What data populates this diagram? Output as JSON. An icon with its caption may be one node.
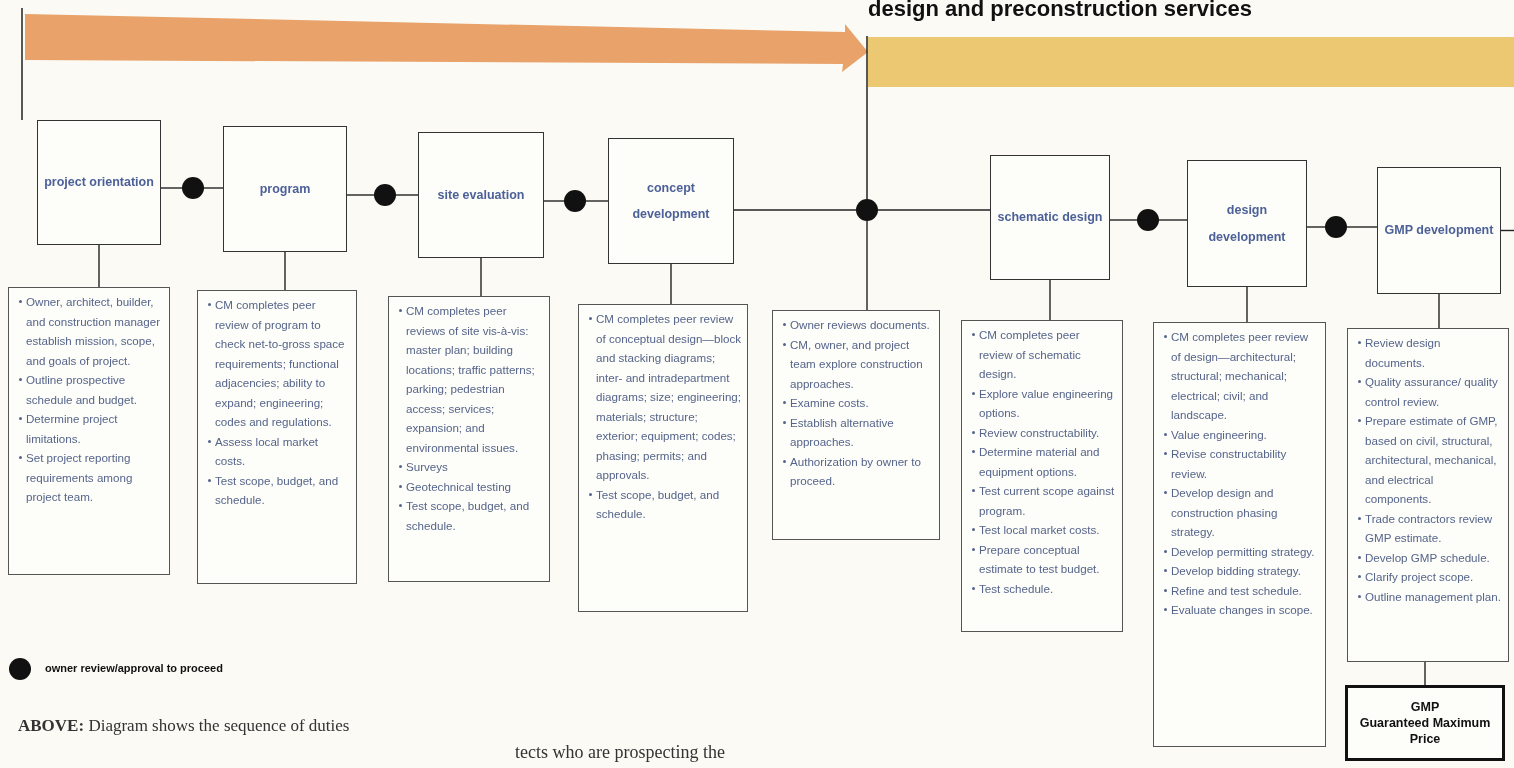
{
  "diagram": {
    "caption": "**ABOVE:** Diagram shows the sequence of duties",
    "nodes": [
      {
        "text": [
          "project orientation"
        ]
      },
      {
        "text": [
          "program"
        ]
      },
      {
        "text": [
          "site evaluation"
        ]
      },
      {
        "text": [
          "concept development"
        ]
      },
      {
        "text": [
          "schematic design"
        ]
      },
      {
        "text": [
          "design development"
        ]
      },
      {
        "text": [
          "GMP development"
        ]
      },
      {
        "text": [
          "Owner, architect, builder, and construction manager establish mission, scope, and goals of project.",
          "Outline prospective schedule and budget.",
          "Determine project limitations.",
          "Set project reporting requirements among project team."
        ]
      },
      {
        "text": [
          "CM completes peer review of program to check net-to-gross space requirements; functional adjacencies; ability to expand; engineering; codes and regulations.",
          "Assess local market costs.",
          "Test scope, budget, and schedule."
        ]
      },
      {
        "text": [
          "CM completes peer reviews of site vis-à-vis: master plan; building locations; traffic patterns; parking; pedestrian access; services; expansion; and environmental issues.",
          "Surveys",
          "Geotechnical testing",
          "Test scope, budget, and schedule."
        ]
      },
      {
        "text": [
          "CM completes peer review of conceptual design—block and stacking diagrams; inter- and intradepartment diagrams; size; engineering; materials; structure; exterior; equipment; codes; phasing; permits; and approvals.",
          "Test scope, budget, and schedule."
        ]
      },
      {
        "text": [
          "Owner reviews documents.",
          "CM, owner, and project team explore construction approaches.",
          "Examine costs.",
          "Establish alternative approaches.",
          "Authorization by owner to proceed."
        ]
      },
      {
        "text": [
          "CM completes peer review of schematic design.",
          "Explore value engineering options.",
          "Review constructability.",
          "Determine material and equipment options.",
          "Test current scope against program.",
          "Test local market costs.",
          "Prepare conceptual estimate to test budget.",
          "Test schedule."
        ]
      },
      {
        "text": [
          "CM completes peer review of design—architectural; structural; mechanical; electrical; civil; and landscape.",
          "Value engineering.",
          "Revise constructability review.",
          "Develop design and construction phasing strategy.",
          "Develop permitting strategy.",
          "Develop bidding strategy.",
          "Refine and test schedule.",
          "Evaluate changes in scope."
        ]
      },
      {
        "text": [
          "Review design documents.",
          "Quality assurance/ quality control review.",
          "Prepare estimate of GMP, based on civil, structural, architectural, mechanical, and electrical components.",
          "Trade contractors review GMP estimate.",
          "Develop GMP schedule.",
          "Clarify project scope.",
          "Outline management plan."
        ]
      },
      {
        "text": [
          "GMP",
          "Guaranteed Maximum Price"
        ]
      },
      {
        "text": [],
        "shape": "circle"
      },
      {
        "text": [],
        "shape": "circle"
      },
      {
        "text": [],
        "shape": "circle"
      },
      {
        "text": [],
        "shape": "circle"
      },
      {
        "text": [],
        "shape": "circle"
      },
      {
        "text": [],
        "shape": "circle"
      }
    ],
    "edges": [
      {
        "from": 0,
        "to": 16,
        "arrow": "none"
      },
      {
        "from": 16,
        "to": 1,
        "arrow": "none"
      },
      {
        "from": 1,
        "to": 17,
        "arrow": "none"
      },
      {
        "from": 17,
        "to": 2,
        "arrow": "none"
      },
      {
        "from": 2,
        "to": 18,
        "arrow": "none"
      },
      {
        "from": 18,
        "to": 3,
        "arrow": "none"
      },
      {
        "from": 3,
        "to": 19,
        "arrow": "none"
      },
      {
        "from": 19,
        "to": 4,
        "arrow": "none"
      },
      {
        "from": 4,
        "to": 20,
        "arrow": "none"
      },
      {
        "from": 20,
        "to": 5,
        "arrow": "none"
      },
      {
        "from": 5,
        "to": 21,
        "arrow": "none"
      },
      {
        "from": 21,
        "to": 6,
        "arrow": "none"
      },
      {
        "from": 6,
        "to": null,
        "arrow": "none"
      },
      {
        "from": 0,
        "to": 7,
        "arrow": "none"
      },
      {
        "from": 1,
        "to": 8,
        "arrow": "none"
      },
      {
        "from": 2,
        "to": 9,
        "arrow": "none"
      },
      {
        "from": 3,
        "to": 10,
        "arrow": "none"
      },
      {
        "from": 19,
        "to": 11,
        "arrow": "none"
      },
      {
        "from": 4,
        "to": 12,
        "arrow": "none"
      },
      {
        "from": 5,
        "to": 13,
        "arrow": "none"
      },
      {
        "from": 6,
        "to": 14,
        "arrow": "none"
      },
      {
        "from": 14,
        "to": 15,
        "arrow": "none"
      }
    ],
    "labels": [
      "design and preconstruction services",
      "tects who are prospecting the"
    ],
    "legend": [
      {
        "text": "owner review/approval to proceed"
      }
    ]
  }
}
